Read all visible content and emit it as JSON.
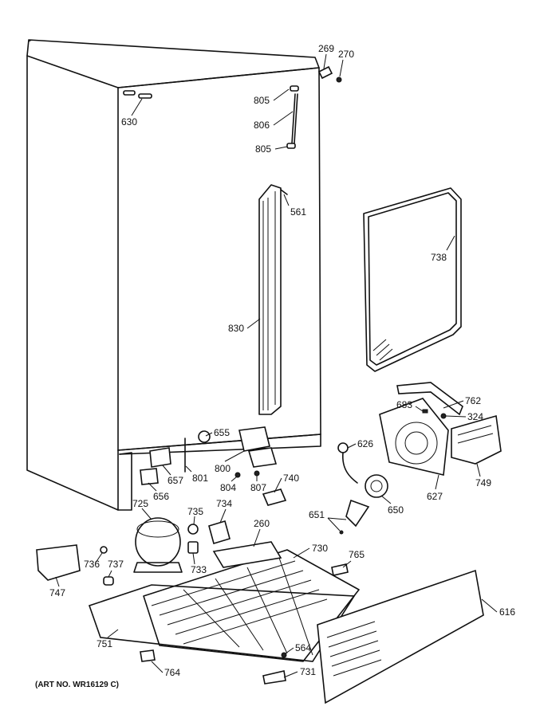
{
  "callouts": {
    "c269": "269",
    "c270": "270",
    "c630": "630",
    "c805a": "805",
    "c806": "806",
    "c805b": "805",
    "c561": "561",
    "c738": "738",
    "c830": "830",
    "c762": "762",
    "c683": "683",
    "c324": "324",
    "c655": "655",
    "c626": "626",
    "c800": "800",
    "c657": "657",
    "c801": "801",
    "c804": "804",
    "c807": "807",
    "c740": "740",
    "c749": "749",
    "c627": "627",
    "c656": "656",
    "c725": "725",
    "c735": "735",
    "c734": "734",
    "c650": "650",
    "c651": "651",
    "c260": "260",
    "c730": "730",
    "c736": "736",
    "c737": "737",
    "c733": "733",
    "c765": "765",
    "c747": "747",
    "c616": "616",
    "c751": "751",
    "c564": "564",
    "c764": "764",
    "c731": "731"
  },
  "art_number": "(ART NO. WR16129 C)"
}
